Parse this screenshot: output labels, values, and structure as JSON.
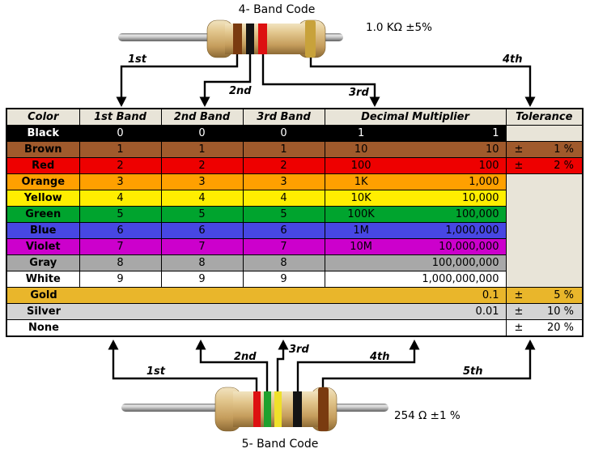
{
  "colors": {
    "panel": "#E8E4D8",
    "table_border": "#000000",
    "background": "#FFFFFF"
  },
  "top_section": {
    "title": "4- Band Code",
    "value_label": "1.0 KΩ ±5%",
    "arrow_labels": [
      "1st",
      "2nd",
      "3rd",
      "4th"
    ],
    "resistor_bands": [
      {
        "name": "brown",
        "hex": "#7A3B10"
      },
      {
        "name": "black",
        "hex": "#141414"
      },
      {
        "name": "red",
        "hex": "#DD1111"
      },
      {
        "name": "gold",
        "hex": "#C8A23B"
      }
    ]
  },
  "table": {
    "headers": {
      "color": "Color",
      "band1": "1st Band",
      "band2": "2nd Band",
      "band3": "3rd Band",
      "multiplier": "Decimal Multiplier",
      "tolerance": "Tolerance"
    },
    "rows": [
      {
        "name": "Black",
        "b1": "0",
        "b2": "0",
        "b3": "0",
        "mult_short": "1",
        "mult_full": "1",
        "tol_sign": "",
        "tol_value": "",
        "bg": "#000000",
        "fg": "#FFFFFF"
      },
      {
        "name": "Brown",
        "b1": "1",
        "b2": "1",
        "b3": "1",
        "mult_short": "10",
        "mult_full": "10",
        "tol_sign": "±",
        "tol_value": "1 %",
        "bg": "#A05A2C",
        "fg": "#000000"
      },
      {
        "name": "Red",
        "b1": "2",
        "b2": "2",
        "b3": "2",
        "mult_short": "100",
        "mult_full": "100",
        "tol_sign": "±",
        "tol_value": "2 %",
        "bg": "#EE0000",
        "fg": "#000000"
      },
      {
        "name": "Orange",
        "b1": "3",
        "b2": "3",
        "b3": "3",
        "mult_short": "1K",
        "mult_full": "1,000",
        "tol_sign": "",
        "tol_value": "",
        "bg": "#FFA000",
        "fg": "#000000"
      },
      {
        "name": "Yellow",
        "b1": "4",
        "b2": "4",
        "b3": "4",
        "mult_short": "10K",
        "mult_full": "10,000",
        "tol_sign": "",
        "tol_value": "",
        "bg": "#FFEE00",
        "fg": "#000000"
      },
      {
        "name": "Green",
        "b1": "5",
        "b2": "5",
        "b3": "5",
        "mult_short": "100K",
        "mult_full": "100,000",
        "tol_sign": "",
        "tol_value": "",
        "bg": "#00A42E",
        "fg": "#000000"
      },
      {
        "name": "Blue",
        "b1": "6",
        "b2": "6",
        "b3": "6",
        "mult_short": "1M",
        "mult_full": "1,000,000",
        "tol_sign": "",
        "tol_value": "",
        "bg": "#4747E3",
        "fg": "#000000"
      },
      {
        "name": "Violet",
        "b1": "7",
        "b2": "7",
        "b3": "7",
        "mult_short": "10M",
        "mult_full": "10,000,000",
        "tol_sign": "",
        "tol_value": "",
        "bg": "#CC00CC",
        "fg": "#000000"
      },
      {
        "name": "Gray",
        "b1": "8",
        "b2": "8",
        "b3": "8",
        "mult_short": "",
        "mult_full": "100,000,000",
        "tol_sign": "",
        "tol_value": "",
        "bg": "#A8A8A8",
        "fg": "#000000"
      },
      {
        "name": "White",
        "b1": "9",
        "b2": "9",
        "b3": "9",
        "mult_short": "",
        "mult_full": "1,000,000,000",
        "tol_sign": "",
        "tol_value": "",
        "bg": "#FFFFFF",
        "fg": "#000000"
      },
      {
        "name": "Gold",
        "b1": "",
        "b2": "",
        "b3": "",
        "mult_short": "",
        "mult_full": "0.1",
        "tol_sign": "±",
        "tol_value": "5 %",
        "bg": "#E9B62B",
        "fg": "#000000"
      },
      {
        "name": "Silver",
        "b1": "",
        "b2": "",
        "b3": "",
        "mult_short": "",
        "mult_full": "0.01",
        "tol_sign": "±",
        "tol_value": "10 %",
        "bg": "#D4D4D4",
        "fg": "#000000"
      },
      {
        "name": "None",
        "b1": "",
        "b2": "",
        "b3": "",
        "mult_short": "",
        "mult_full": "",
        "tol_sign": "±",
        "tol_value": "20 %",
        "bg": "#FFFFFF",
        "fg": "#000000"
      }
    ]
  },
  "bottom_section": {
    "title": "5- Band Code",
    "value_label": "254 Ω ±1 %",
    "arrow_labels": [
      "1st",
      "2nd",
      "3rd",
      "4th",
      "5th"
    ],
    "resistor_bands": [
      {
        "name": "red",
        "hex": "#DD1111"
      },
      {
        "name": "green",
        "hex": "#1FA12E"
      },
      {
        "name": "yellow",
        "hex": "#EFE02A"
      },
      {
        "name": "black",
        "hex": "#141414"
      },
      {
        "name": "brown",
        "hex": "#7A3B10"
      }
    ]
  }
}
